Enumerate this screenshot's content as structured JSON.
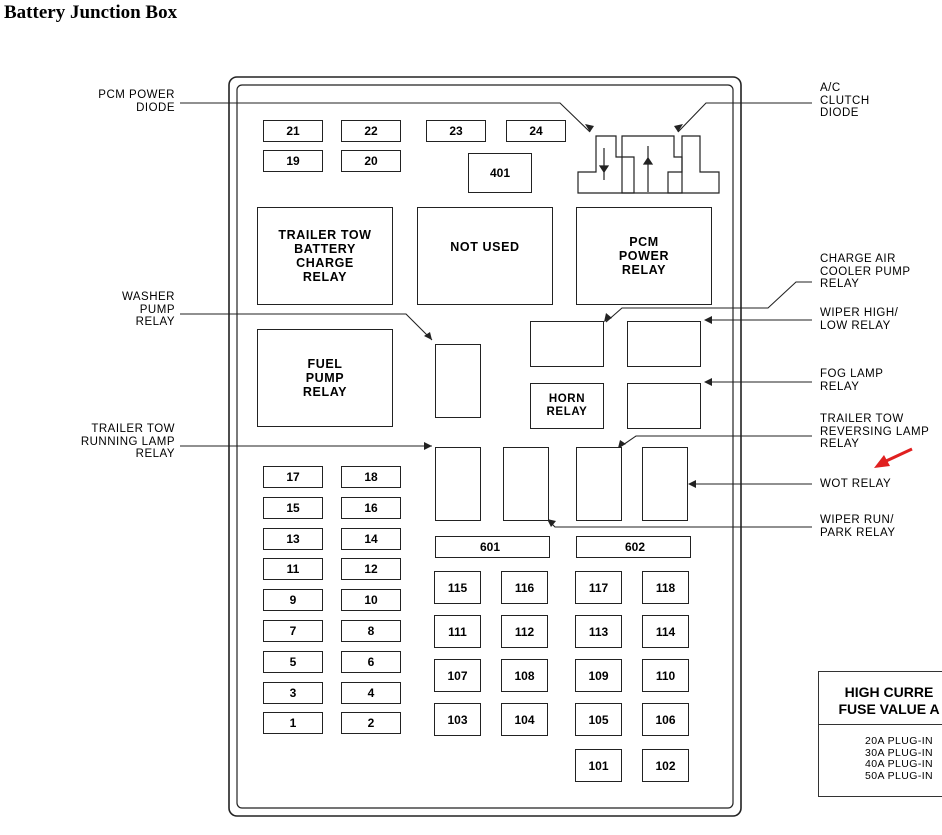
{
  "title": "Battery Junction Box",
  "fuses_top": [
    "21",
    "22",
    "23",
    "24",
    "19",
    "20",
    "401"
  ],
  "relays_large": {
    "trailer_tow_battery_charge": "TRAILER TOW\nBATTERY\nCHARGE\nRELAY",
    "not_used": "NOT USED",
    "pcm_power": "PCM\nPOWER\nRELAY",
    "fuel_pump": "FUEL\nPUMP\nRELAY",
    "horn": "HORN\nRELAY"
  },
  "fuses_left": [
    "17",
    "18",
    "15",
    "16",
    "13",
    "14",
    "11",
    "12",
    "9",
    "10",
    "7",
    "8",
    "5",
    "6",
    "3",
    "4",
    "1",
    "2"
  ],
  "fuses_bus": [
    "601",
    "602"
  ],
  "fuses_right": [
    "115",
    "116",
    "117",
    "118",
    "111",
    "112",
    "113",
    "114",
    "107",
    "108",
    "109",
    "110",
    "103",
    "104",
    "105",
    "106",
    "101",
    "102"
  ],
  "labels": {
    "pcm_power_diode": "PCM POWER\nDIODE",
    "ac_clutch_diode": "A/C\nCLUTCH\nDIODE",
    "washer_pump_relay": "WASHER\nPUMP\nRELAY",
    "trailer_tow_running_lamp_relay": "TRAILER TOW\nRUNNING LAMP\nRELAY",
    "charge_air_cooler_pump_relay": "CHARGE AIR\nCOOLER PUMP\nRELAY",
    "wiper_high_low_relay": "WIPER HIGH/\nLOW RELAY",
    "fog_lamp_relay": "FOG LAMP\nRELAY",
    "trailer_tow_reversing_lamp_relay": "TRAILER TOW\nREVERSING LAMP\nRELAY",
    "wot_relay": "WOT RELAY",
    "wiper_run_park_relay": "WIPER RUN/\nPARK RELAY"
  },
  "legend": {
    "title_line1": "HIGH CURRE",
    "title_line2": "FUSE VALUE A",
    "rows": [
      "20A PLUG-IN",
      "30A PLUG-IN",
      "40A PLUG-IN",
      "50A PLUG-IN"
    ]
  },
  "colors": {
    "arrow": "#e02020",
    "line": "#222222"
  }
}
